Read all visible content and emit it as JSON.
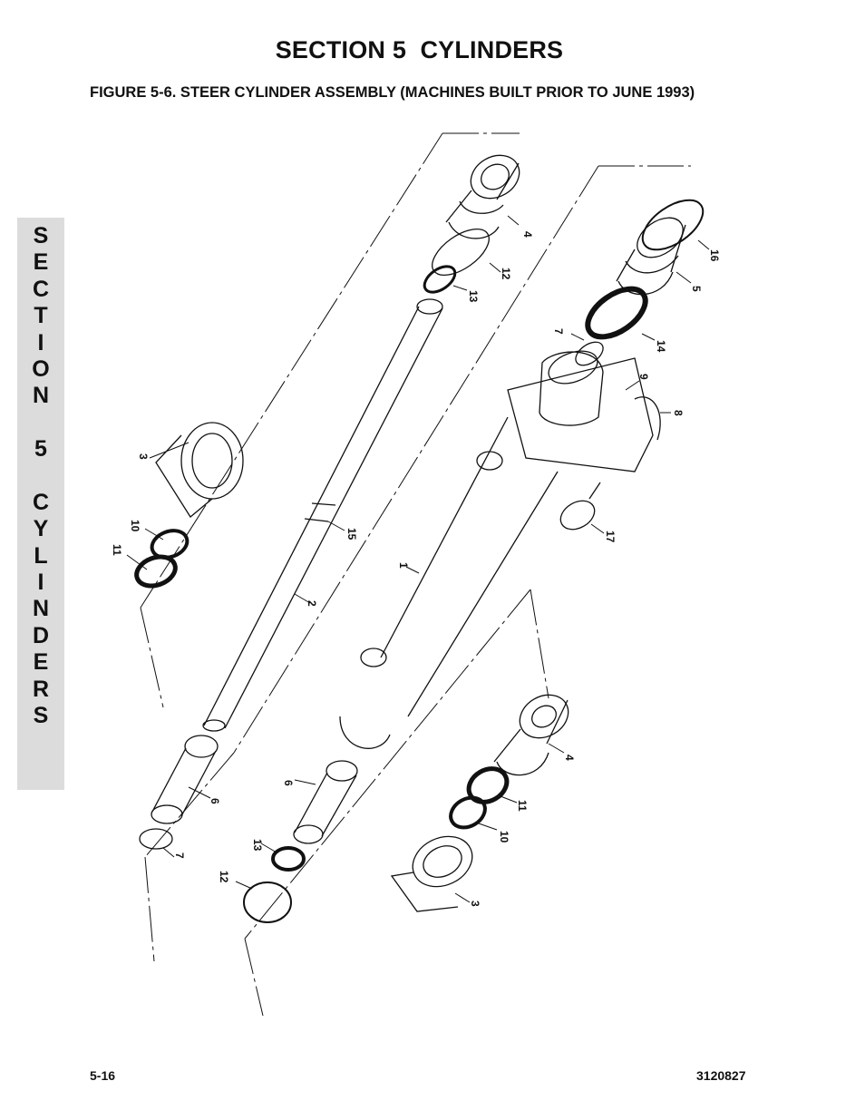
{
  "page": {
    "section_title": "SECTION 5  CYLINDERS",
    "figure_title": "FIGURE 5-6.   STEER CYLINDER ASSEMBLY (MACHINES BUILT PRIOR TO JUNE 1993)",
    "side_tab": "SECTION 5 CYLINDERS",
    "page_number": "5-16",
    "doc_number": "3120827"
  },
  "callouts": [
    {
      "id": "c-4-top",
      "label": "4"
    },
    {
      "id": "c-12-top",
      "label": "12"
    },
    {
      "id": "c-13-top",
      "label": "13"
    },
    {
      "id": "c-16",
      "label": "16"
    },
    {
      "id": "c-5",
      "label": "5"
    },
    {
      "id": "c-14",
      "label": "14"
    },
    {
      "id": "c-7-top",
      "label": "7"
    },
    {
      "id": "c-9",
      "label": "9"
    },
    {
      "id": "c-8",
      "label": "8"
    },
    {
      "id": "c-3-left",
      "label": "3"
    },
    {
      "id": "c-10-left",
      "label": "10"
    },
    {
      "id": "c-11-left",
      "label": "11"
    },
    {
      "id": "c-15",
      "label": "15"
    },
    {
      "id": "c-1",
      "label": "1"
    },
    {
      "id": "c-17",
      "label": "17"
    },
    {
      "id": "c-2",
      "label": "2"
    },
    {
      "id": "c-6-left",
      "label": "6"
    },
    {
      "id": "c-7-bottom",
      "label": "7"
    },
    {
      "id": "c-6-right",
      "label": "6"
    },
    {
      "id": "c-4-bottom",
      "label": "4"
    },
    {
      "id": "c-11-bottom",
      "label": "11"
    },
    {
      "id": "c-10-bottom",
      "label": "10"
    },
    {
      "id": "c-13-bottom",
      "label": "13"
    },
    {
      "id": "c-12-bottom",
      "label": "12"
    },
    {
      "id": "c-3-bottom",
      "label": "3"
    }
  ]
}
